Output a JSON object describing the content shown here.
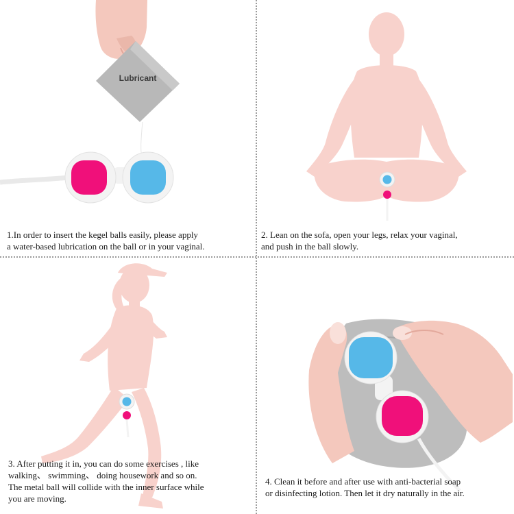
{
  "panels": [
    {
      "step": 1,
      "caption_lines": [
        "1.In order to insert the kegel balls easily, please apply",
        "a water-based lubrication on the ball or in your vaginal."
      ],
      "sachet_label": "Lubricant"
    },
    {
      "step": 2,
      "caption_lines": [
        "2. Lean on the sofa, open your legs, relax your vaginal,",
        "and push in the ball slowly."
      ]
    },
    {
      "step": 3,
      "caption_lines": [
        "3. After putting it in, you can do some exercises , like",
        "walking、 swimming、 doing housework and so on.",
        "The metal ball will collide with the inner surface while",
        "you are moving."
      ]
    },
    {
      "step": 4,
      "caption_lines": [
        "4. Clean it before and after use with anti-bacterial soap",
        "or disinfecting lotion. Then let it dry naturally in the air."
      ]
    }
  ],
  "colors": {
    "ball_pink": "#f0107a",
    "ball_blue": "#56b8e8",
    "silhouette": "#f8d2cc",
    "skin": "#f4c8bd",
    "sachet": "#b8b8b8",
    "cloth": "#bdbdbd"
  }
}
